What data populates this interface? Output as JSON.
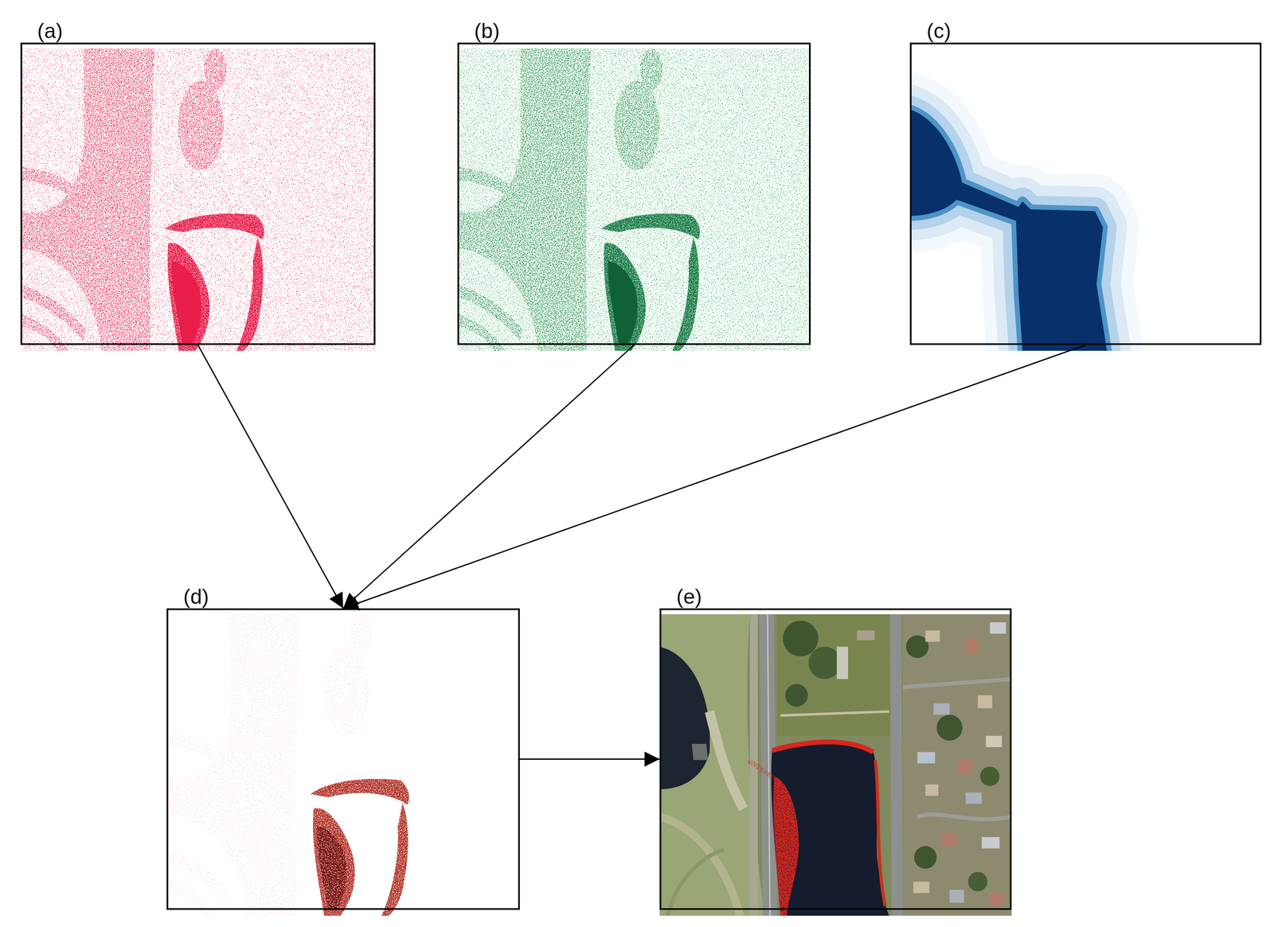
{
  "diagram": {
    "nodes": [
      {
        "text": [
          "(a)"
        ]
      },
      {
        "text": [
          "(b)"
        ]
      },
      {
        "text": [
          "(c)"
        ]
      },
      {
        "text": [
          "(d)"
        ]
      },
      {
        "text": [
          "(e)"
        ]
      }
    ],
    "edges": [
      {
        "from": 0,
        "to": 3,
        "arrow": "to"
      },
      {
        "from": 1,
        "to": 3,
        "arrow": "to"
      },
      {
        "from": 2,
        "to": 3,
        "arrow": "to"
      },
      {
        "from": 3,
        "to": 4,
        "arrow": "to"
      }
    ]
  }
}
